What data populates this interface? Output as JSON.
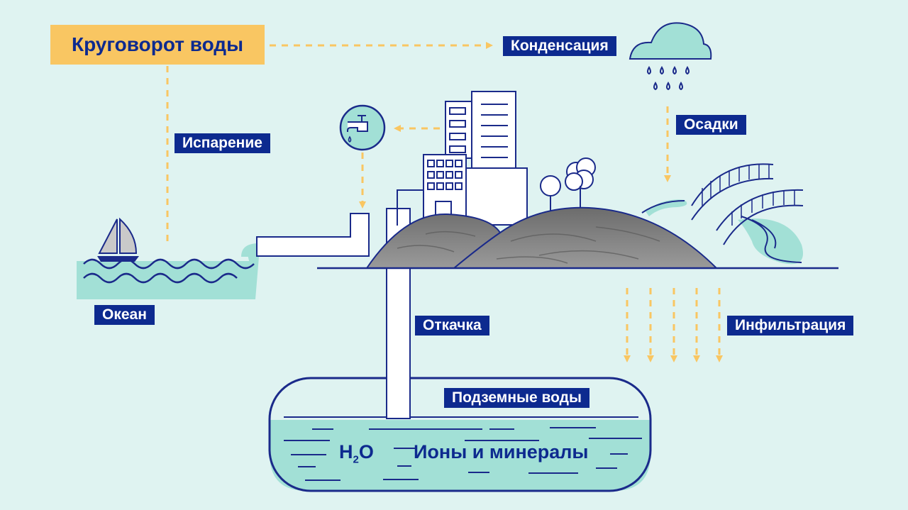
{
  "title": "Круговорот воды",
  "labels": {
    "condensation": "Конденсация",
    "evaporation": "Испарение",
    "precipitation": "Осадки",
    "ocean": "Океан",
    "pumping": "Откачка",
    "infiltration": "Инфильтрация",
    "groundwater": "Подземные воды"
  },
  "groundwater_content": {
    "h2o_main": "H",
    "h2o_sub": "2",
    "h2o_tail": "O",
    "ions": "Ионы и минералы"
  },
  "colors": {
    "background": "#dff3f1",
    "navy": "#0d2a8f",
    "line_blue": "#1a2a8a",
    "water": "#a2e0d6",
    "arrow_yellow": "#f9c662",
    "title_fill": "#f9c662",
    "hill_grey": "#7a7a7a"
  },
  "icons": [
    "cloud-icon",
    "rain-drops-icon",
    "faucet-icon",
    "sailboat-icon",
    "tree-icon",
    "bridge-icon",
    "building-icon"
  ]
}
